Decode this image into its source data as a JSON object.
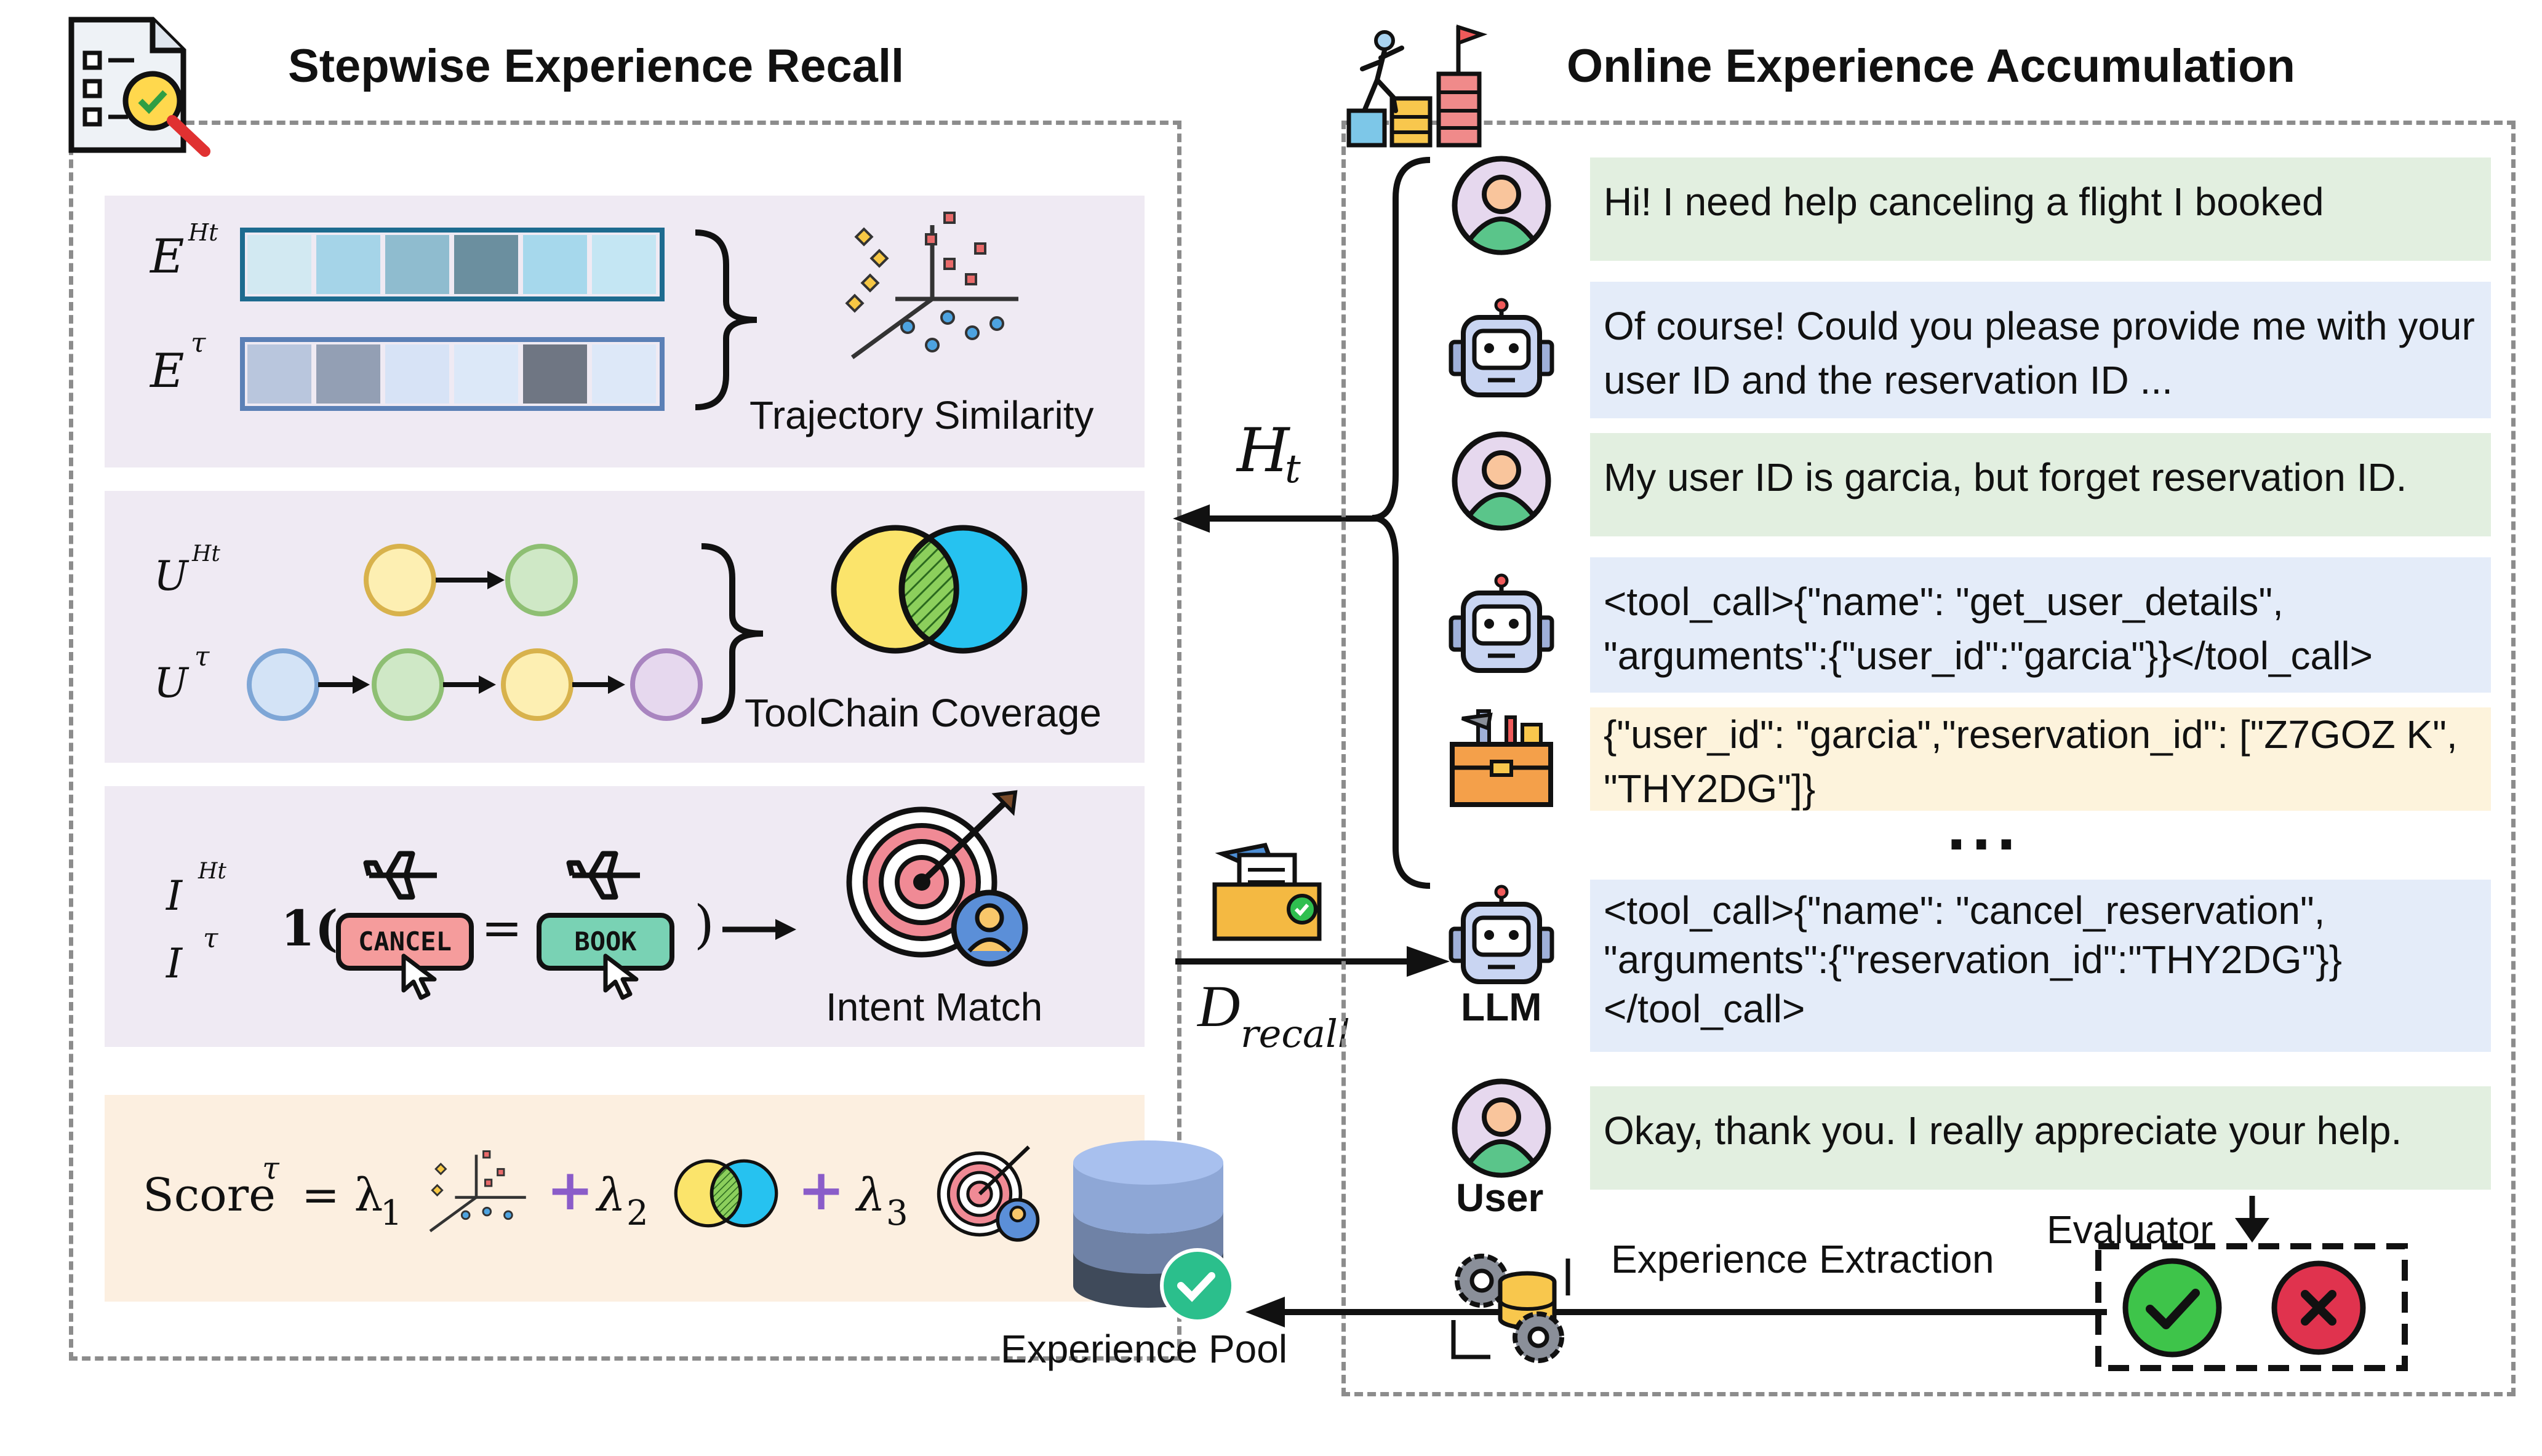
{
  "left_panel": {
    "title": "Stepwise Experience Recall",
    "trajectory": {
      "label": "Trajectory Similarity",
      "row1_symbol": "E",
      "row1_sup": "Ht",
      "row2_symbol": "E",
      "row2_sup": "τ"
    },
    "toolchain": {
      "label": "ToolChain Coverage",
      "row1_symbol": "U",
      "row1_sup": "Ht",
      "row2_symbol": "U",
      "row2_sup": "τ"
    },
    "intent": {
      "label": "Intent Match",
      "row1_symbol": "I",
      "row1_sup": "Ht",
      "row2_symbol": "I",
      "row2_sup": "τ",
      "indicator": "1(",
      "equals": "=",
      "close_paren": ")",
      "cancel_button": "CANCEL",
      "book_button": "BOOK"
    },
    "score": {
      "score_word": "Score",
      "sup": "τ",
      "equals": "= λ",
      "sub1": "1",
      "plus": "+",
      "lambda2": "λ",
      "sub2": "2",
      "lambda3": "λ",
      "sub3": "3"
    }
  },
  "middle": {
    "history_symbol": "H",
    "history_sub": "t",
    "recall_symbol": "D",
    "recall_sub": "recall",
    "pool_label": "Experience Pool"
  },
  "right_panel": {
    "title": "Online Experience Accumulation",
    "messages": [
      {
        "text": "Hi! I need help canceling a flight I booked",
        "speaker": "user"
      },
      {
        "text": "Of course! Could you please provide me with your user ID and the reservation ID ...",
        "speaker": "assistant"
      },
      {
        "text": "My user ID is garcia, but forget reservation ID.",
        "speaker": "user"
      },
      {
        "text": "<tool_call>{\"name\": \"get_user_details\", \"arguments\":{\"user_id\":\"garcia\"}}</tool_call>",
        "speaker": "assistant"
      },
      {
        "text": "{\"user_id\": \"garcia\",\"reservation_id\": [\"Z7GOZ K\", \"THY2DG\"]}",
        "speaker": "tool"
      },
      {
        "text": "<tool_call>{\"name\": \"cancel_reservation\", \"arguments\":{\"reservation_id\":\"THY2DG\"}} </tool_call>",
        "speaker": "assistant"
      },
      {
        "text": "Okay, thank you. I really appreciate your help.",
        "speaker": "user"
      }
    ],
    "ellipsis": "...",
    "llm_label": "LLM",
    "user_label": "User",
    "extraction_label": "Experience Extraction",
    "evaluator_label": "Evaluator"
  },
  "colors": {
    "panel_border": "#8c8c8c",
    "card_bg": "#efeaf3",
    "score_bg": "#fcefe0",
    "user_msg_bg": "#e2efe0",
    "assistant_msg_bg": "#e4ecf9",
    "tool_msg_bg": "#fdf3dc",
    "plus_purple": "#8a5cc9",
    "check_green": "#3ec44a",
    "cross_red": "#e0334e"
  }
}
